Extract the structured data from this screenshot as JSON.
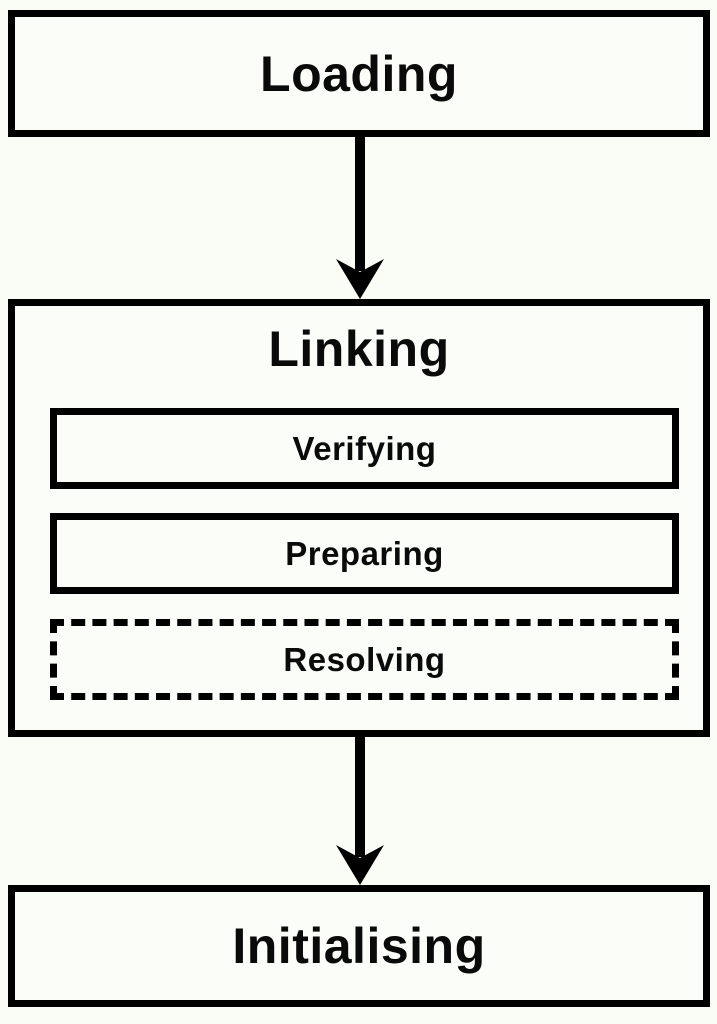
{
  "diagram": {
    "type": "flowchart",
    "background_color": "#fafcf6",
    "line_color": "#000000",
    "nodes": {
      "loading": {
        "label": "Loading",
        "border_style": "solid"
      },
      "linking": {
        "label": "Linking",
        "border_style": "solid"
      },
      "verifying": {
        "label": "Verifying",
        "border_style": "solid",
        "parent": "Linking"
      },
      "preparing": {
        "label": "Preparing",
        "border_style": "solid",
        "parent": "Linking"
      },
      "resolving": {
        "label": "Resolving",
        "border_style": "dashed",
        "parent": "Linking"
      },
      "initialising": {
        "label": "Initialising",
        "border_style": "solid"
      }
    },
    "edges": [
      {
        "from": "Loading",
        "to": "Linking",
        "arrow": "down"
      },
      {
        "from": "Linking",
        "to": "Initialising",
        "arrow": "down"
      }
    ]
  }
}
